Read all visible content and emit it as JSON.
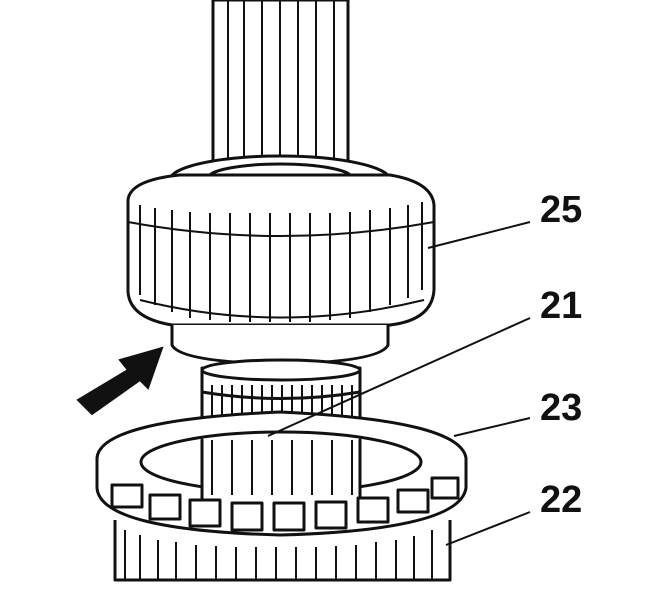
{
  "diagram": {
    "callouts": [
      {
        "id": "25",
        "label": "25"
      },
      {
        "id": "21",
        "label": "21"
      },
      {
        "id": "23",
        "label": "23"
      },
      {
        "id": "22",
        "label": "22"
      }
    ],
    "colors": {
      "ink": "#111111",
      "paper": "#ffffff"
    }
  }
}
